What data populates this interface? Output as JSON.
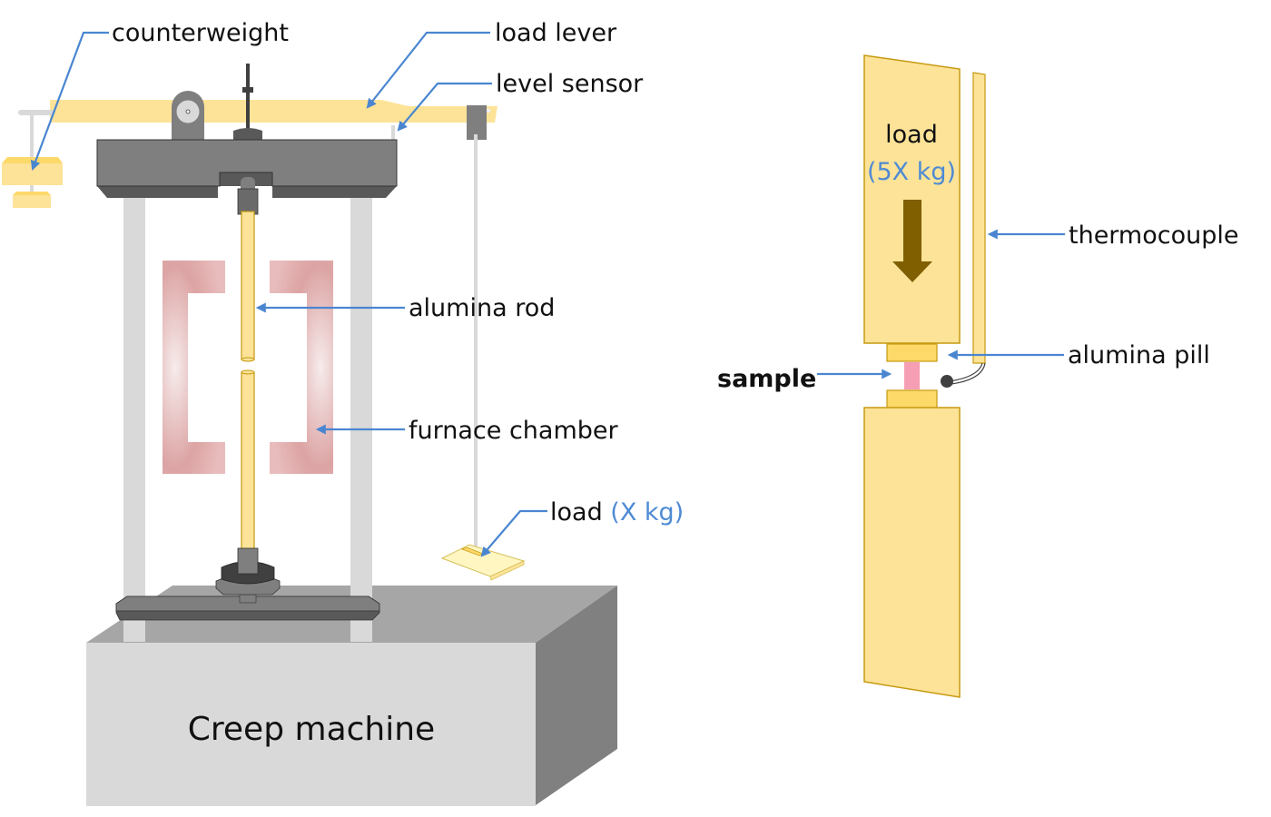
{
  "labels": {
    "counterweight": "counterweight",
    "load_lever": "load lever",
    "level_sensor": "level sensor",
    "alumina_rod": "alumina rod",
    "furnace_chamber": "furnace chamber",
    "load_small": "load ",
    "load_small_value": "(X kg)",
    "machine": "Creep machine",
    "detail_load": "load",
    "detail_load_value": "(5X kg)",
    "thermocouple": "thermocouple",
    "alumina_pill": "alumina pill",
    "sample": "sample"
  },
  "colors": {
    "accent_blue": "#4a86d0",
    "yellow_part": "#fde398",
    "yellow_edge": "#c79a10",
    "pill_yellow": "#fdd96a",
    "sample_pink": "#f59eb4",
    "furnace_red": "#d88e8e",
    "arrow_brown": "#7f5f00",
    "steel_dark": "#5f5f5f",
    "steel_mid": "#7f7f7f",
    "column_grey": "#d9d9d9",
    "base_front": "#d9d9d9",
    "base_top": "#a6a6a6",
    "base_side": "#808080"
  }
}
